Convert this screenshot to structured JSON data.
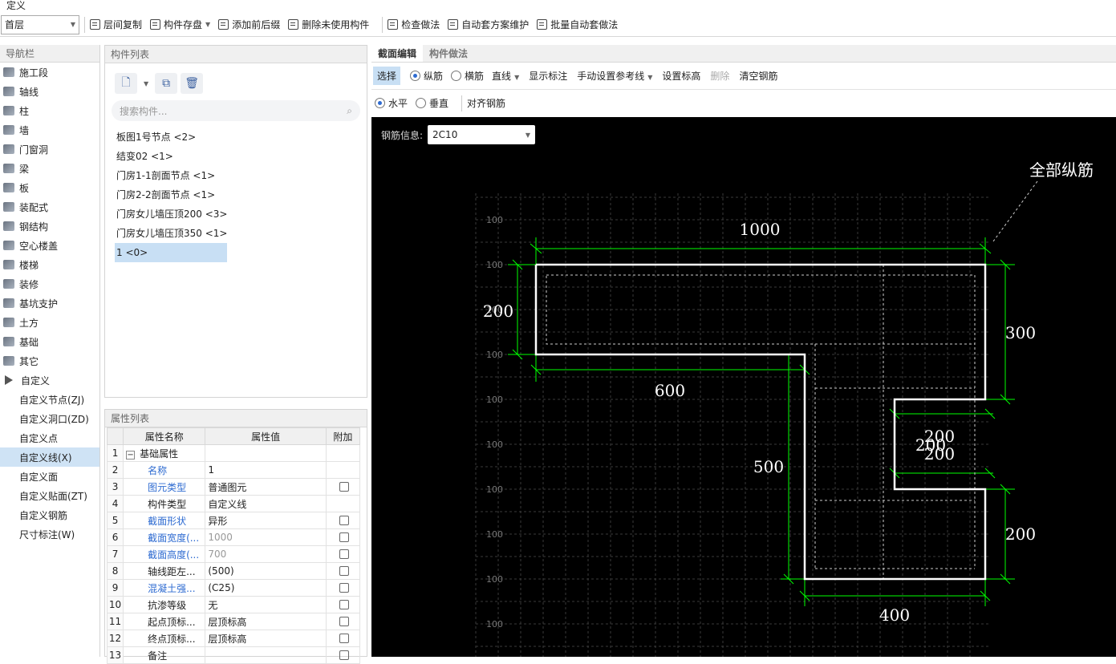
{
  "titlebar": {
    "title": "定义"
  },
  "toolbar": {
    "floor": "首层",
    "buttons": [
      "层间复制",
      "构件存盘",
      "添加前后缀",
      "删除未使用构件",
      "检查做法",
      "自动套方案维护",
      "批量自动套做法"
    ]
  },
  "nav": {
    "title": "导航栏",
    "items": [
      "施工段",
      "轴线",
      "柱",
      "墙",
      "门窗洞",
      "梁",
      "板",
      "装配式",
      "钢结构",
      "空心楼盖",
      "楼梯",
      "装修",
      "基坑支护",
      "土方",
      "基础",
      "其它",
      "自定义"
    ],
    "sub_items": [
      "自定义节点(ZJ)",
      "自定义洞口(ZD)",
      "自定义点",
      "自定义线(X)",
      "自定义面",
      "自定义贴面(ZT)",
      "自定义钢筋",
      "尺寸标注(W)"
    ],
    "selected": "自定义线(X)"
  },
  "complist": {
    "title": "构件列表",
    "search_placeholder": "搜索构件...",
    "items": [
      "板图1号节点 <2>",
      "结变02 <1>",
      "门房1-1剖面节点 <1>",
      "门房2-2剖面节点 <1>",
      "门房女儿墙压顶200 <3>",
      "门房女儿墙压顶350 <1>",
      "1 <0>"
    ]
  },
  "proplist": {
    "title": "属性列表",
    "headers": [
      "属性名称",
      "属性值",
      "附加"
    ],
    "rows": [
      {
        "n": "1",
        "name": "基础属性",
        "value": "",
        "cb": false,
        "style": "group"
      },
      {
        "n": "2",
        "name": "名称",
        "value": "1",
        "cb": false,
        "style": "blue"
      },
      {
        "n": "3",
        "name": "图元类型",
        "value": "普通图元",
        "cb": true,
        "style": "blue"
      },
      {
        "n": "4",
        "name": "构件类型",
        "value": "自定义线",
        "cb": false,
        "style": ""
      },
      {
        "n": "5",
        "name": "截面形状",
        "value": "异形",
        "cb": true,
        "style": "blue"
      },
      {
        "n": "6",
        "name": "截面宽度(...",
        "value": "1000",
        "cb": true,
        "style": "blue",
        "grey": true
      },
      {
        "n": "7",
        "name": "截面高度(...",
        "value": "700",
        "cb": true,
        "style": "blue",
        "grey": true
      },
      {
        "n": "8",
        "name": "轴线距左...",
        "value": "(500)",
        "cb": true,
        "style": ""
      },
      {
        "n": "9",
        "name": "混凝土强...",
        "value": "(C25)",
        "cb": true,
        "style": "blue"
      },
      {
        "n": "10",
        "name": "抗渗等级",
        "value": "无",
        "cb": true,
        "style": ""
      },
      {
        "n": "11",
        "name": "起点顶标...",
        "value": "层顶标高",
        "cb": true,
        "style": ""
      },
      {
        "n": "12",
        "name": "终点顶标...",
        "value": "层顶标高",
        "cb": true,
        "style": ""
      },
      {
        "n": "13",
        "name": "备注",
        "value": "",
        "cb": true,
        "style": ""
      }
    ]
  },
  "editor": {
    "tabs": [
      "截面编辑",
      "构件做法"
    ],
    "row1": {
      "select": "选择",
      "radio1": "纵筋",
      "radio2": "横筋",
      "line": "直线",
      "show_dim": "显示标注",
      "manual_ref": "手动设置参考线",
      "set_elev": "设置标高",
      "delete": "删除",
      "clear": "清空钢筋"
    },
    "row2": {
      "radio1": "水平",
      "radio2": "垂直",
      "align": "对齐钢筋"
    },
    "rebar_label": "钢筋信息:",
    "rebar_value": "2C10"
  },
  "drawing": {
    "callout": "全部纵筋",
    "grid_label": "100",
    "dims": {
      "top": "1000",
      "left": "200",
      "bottom_left": "600",
      "right_top": "300",
      "stem": "500",
      "notch_a": "200",
      "notch_b": "200",
      "notch_c": "200",
      "right_bottom": "200",
      "bottom": "400"
    }
  },
  "colors": {
    "accent": "#2e6bd1",
    "selected": "#c8dff4",
    "canvas": "#000000",
    "dim": "#00ff00",
    "outline": "#ffffff"
  }
}
